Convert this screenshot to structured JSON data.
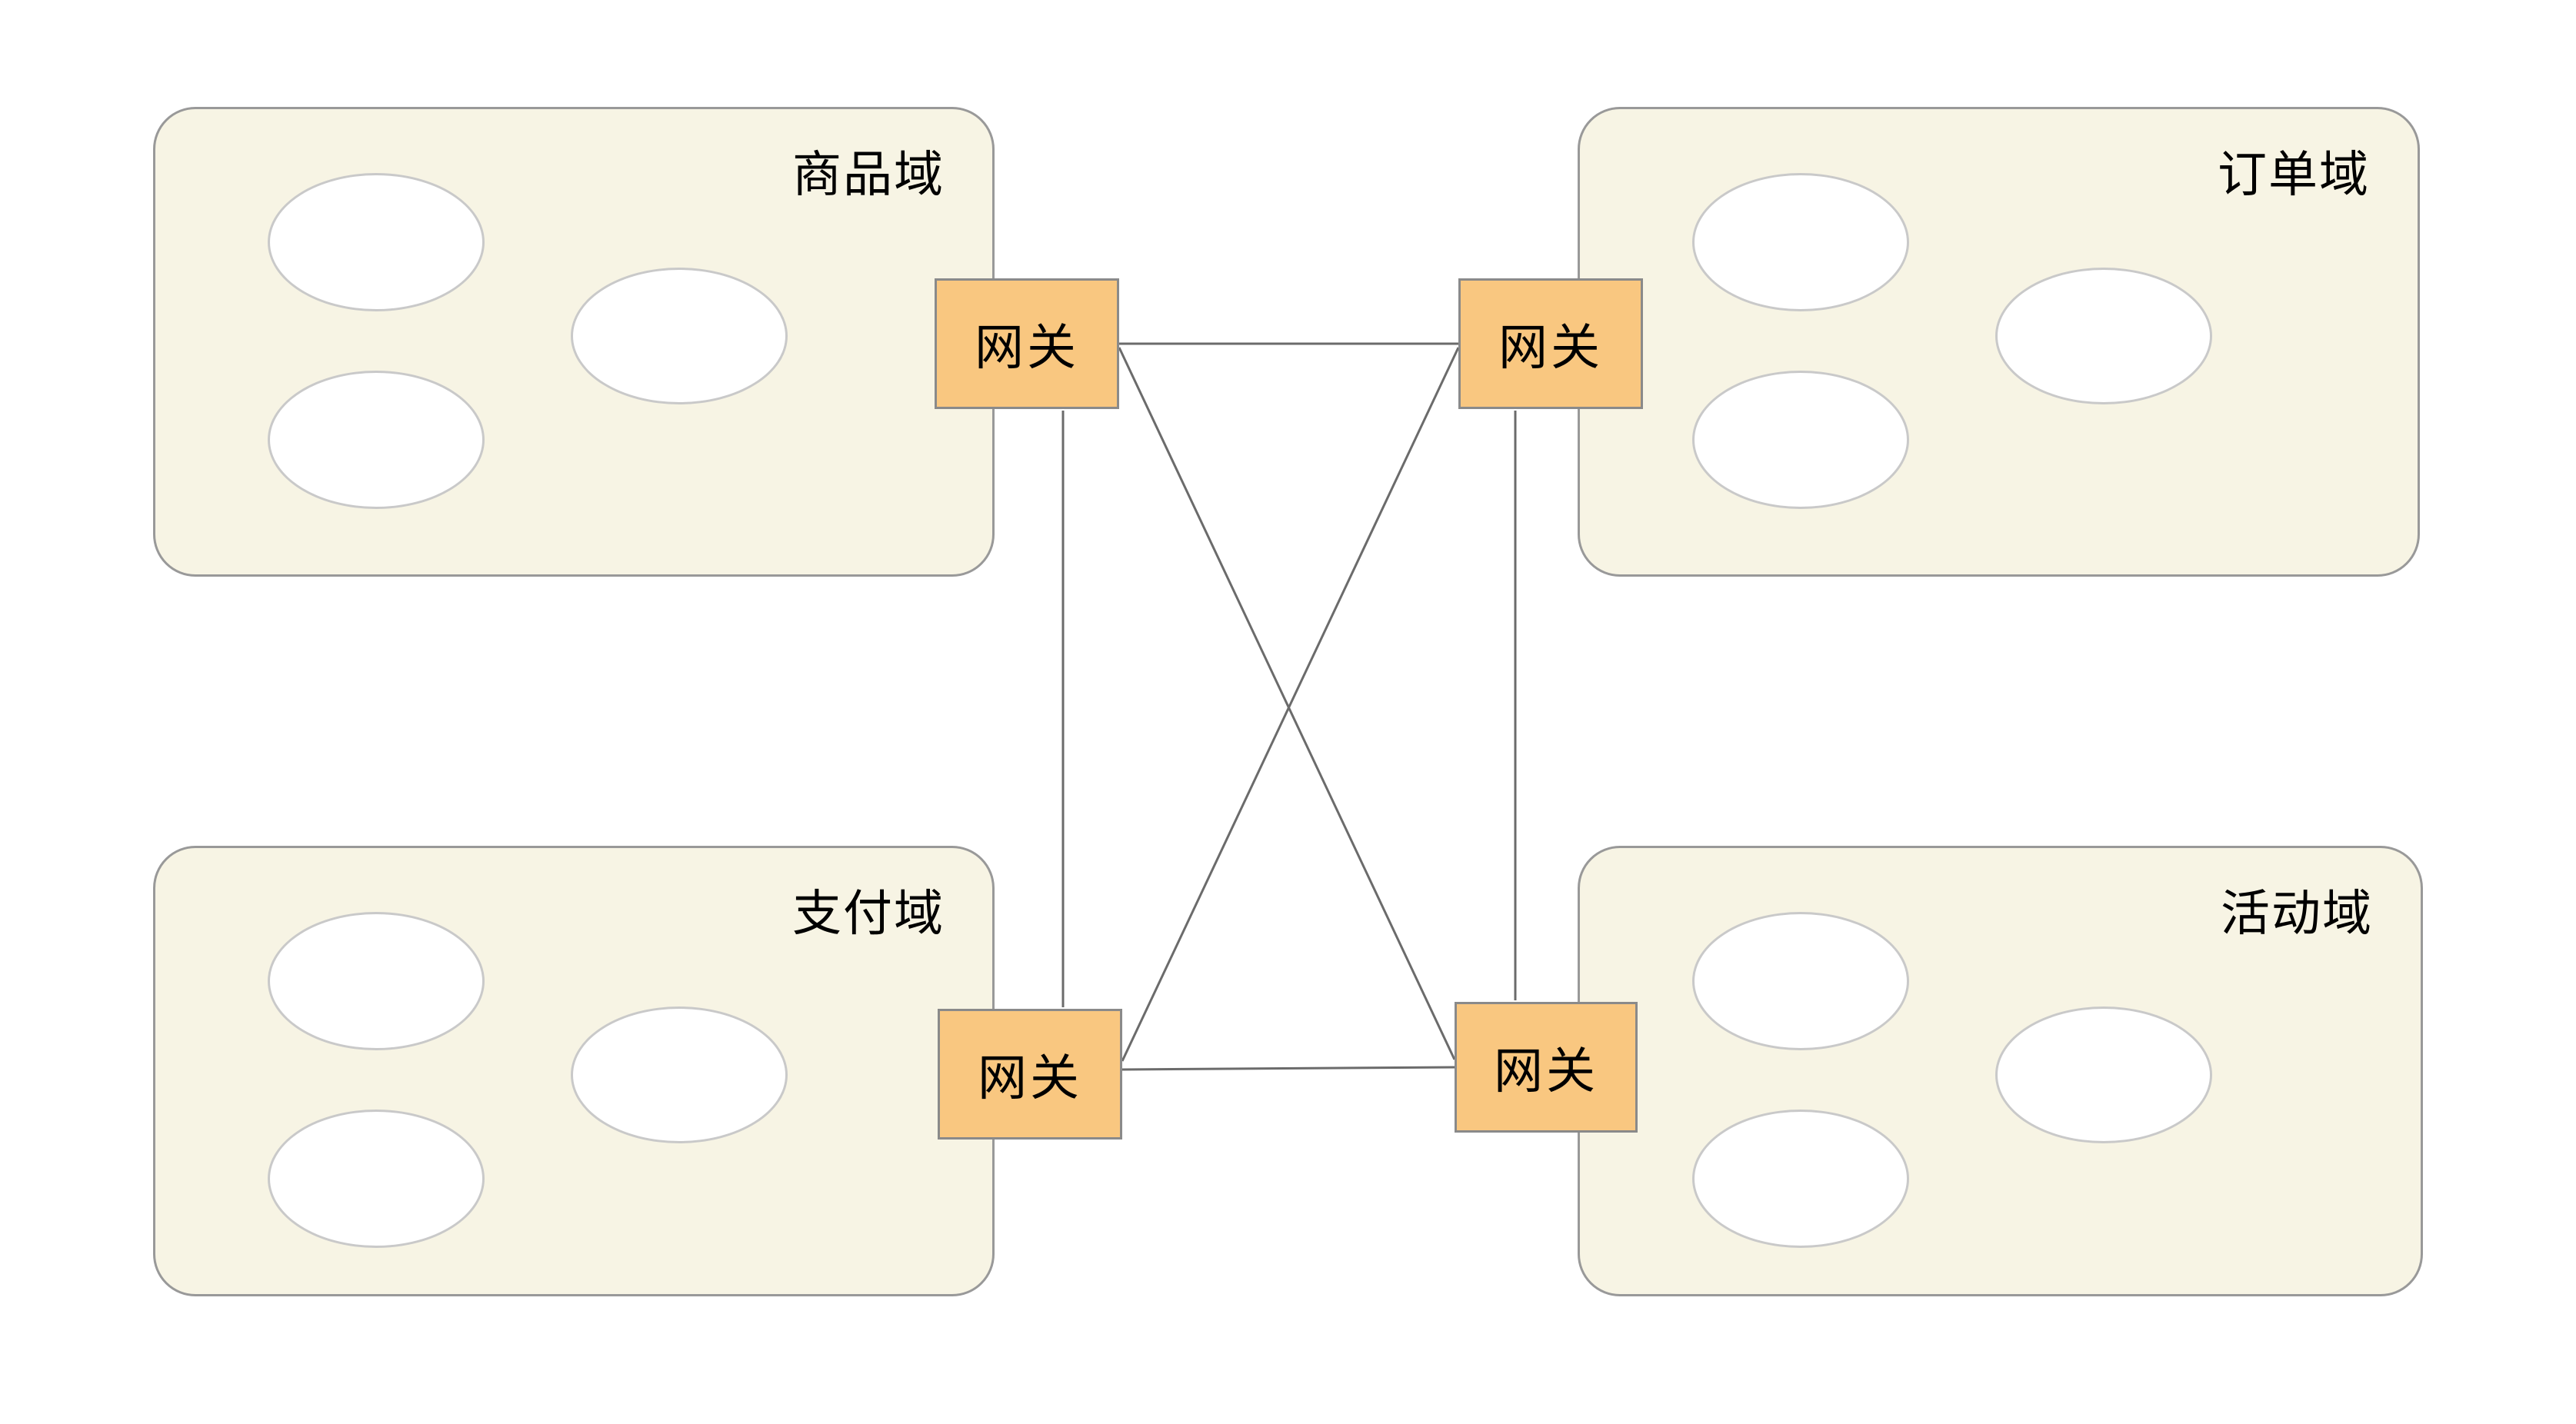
{
  "diagram": {
    "type": "mesh-gateway-topology",
    "description": "Four domains, each exposing a gateway; gateways fully meshed"
  },
  "colors": {
    "page_background": "#ffffff",
    "domain_fill": "#f7f4e4",
    "domain_border": "#999999",
    "gateway_fill": "#f9c780",
    "gateway_border": "#8a8a8a",
    "ellipse_fill": "#ffffff",
    "ellipse_border": "#c9c9c9",
    "connector": "#6b6b6b",
    "label_text": "#000000"
  },
  "domains": [
    {
      "id": "product",
      "label": "商品域",
      "service_ellipse_count": 3
    },
    {
      "id": "order",
      "label": "订单域",
      "service_ellipse_count": 3
    },
    {
      "id": "payment",
      "label": "支付域",
      "service_ellipse_count": 3
    },
    {
      "id": "activity",
      "label": "活动域",
      "service_ellipse_count": 3
    }
  ],
  "gateways": [
    {
      "domain": "product",
      "label": "网关"
    },
    {
      "domain": "order",
      "label": "网关"
    },
    {
      "domain": "payment",
      "label": "网关"
    },
    {
      "domain": "activity",
      "label": "网关"
    }
  ],
  "connections": [
    {
      "from": "product-gateway",
      "to": "order-gateway"
    },
    {
      "from": "payment-gateway",
      "to": "activity-gateway"
    },
    {
      "from": "product-gateway",
      "to": "payment-gateway"
    },
    {
      "from": "order-gateway",
      "to": "activity-gateway"
    },
    {
      "from": "product-gateway",
      "to": "activity-gateway"
    },
    {
      "from": "order-gateway",
      "to": "payment-gateway"
    }
  ]
}
